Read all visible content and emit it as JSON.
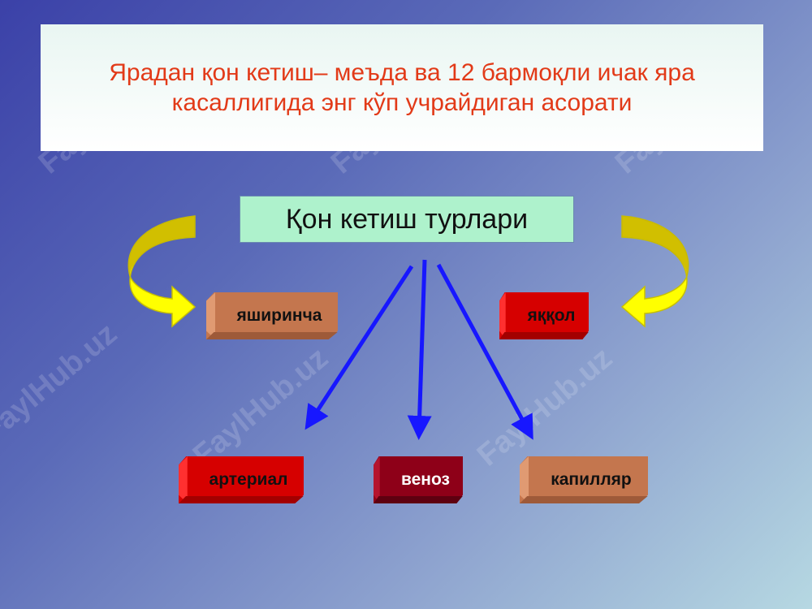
{
  "slide": {
    "title": "Ярадан қон кетиш– меъда ва 12 бармоқли ичак яра касаллигида энг кўп учрайдиган асорати",
    "central": "Қон кетиш турлари",
    "watermark": "FaylHub.uz",
    "categories": {
      "hidden": "яширинча",
      "obvious": "яққол",
      "arterial": "артериал",
      "venous": "веноз",
      "capillary": "капилляр"
    }
  },
  "colors": {
    "title_text": "#e23a18",
    "central_bg": "#aef2cc",
    "blue_arrow": "#1717ff",
    "curved_arrow": "#ffff00",
    "tan_box": "#c4764e",
    "red_box": "#d60000",
    "dark_red_box": "#8e0018"
  }
}
